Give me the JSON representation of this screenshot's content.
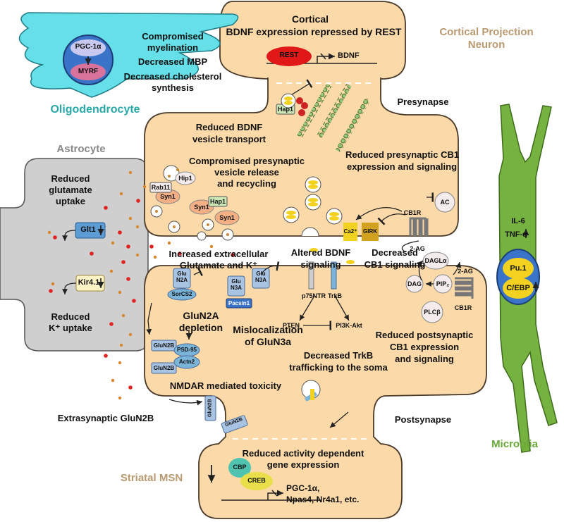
{
  "labels": {
    "cortical_title": "Cortical",
    "cortical_sub": "BDNF expression repressed by REST",
    "rest": "REST",
    "bdnf_gene": "BDNF",
    "cortical_projection_1": "Cortical Projection",
    "cortical_projection_2": "Neuron",
    "oligo": "Oligodendrocyte",
    "pgc1a": "PGC-1α",
    "myrf": "MYRF",
    "myelin_1": "Compromised",
    "myelin_2": "myelination",
    "mbp": "Decreased MBP",
    "chol_1": "Decreased cholesterol",
    "chol_2": "synthesis",
    "presynapse": "Presynapse",
    "hap1": "Hap1",
    "bdnf_transport_1": "Reduced BDNF",
    "bdnf_transport_2": "vesicle transport",
    "vesicle_release_1": "Compromised presynaptic",
    "vesicle_release_2": "vesicle release",
    "vesicle_release_3": "and recycling",
    "cb1_pre_1": "Reduced presynaptic CB1",
    "cb1_pre_2": "expression and signaling",
    "astrocyte": "Astrocyte",
    "glut_uptake_1": "Reduced",
    "glut_uptake_2": "glutamate",
    "glut_uptake_3": "uptake",
    "glt1": "Glt1",
    "kir41": "Kir4.1",
    "k_uptake_1": "Reduced",
    "k_uptake_2": "K⁺ uptake",
    "rab11": "Rab11",
    "hip1": "Hip1",
    "syn1": "Syn1",
    "ac": "AC",
    "cb1r": "CB1R",
    "ca2": "Ca2⁺",
    "girk": "GIRK",
    "two_ag": "2-AG",
    "dagla": "DAGLα",
    "dag": "DAG",
    "pip2": "PIP₂",
    "plcb": "PLCβ",
    "extracell_1": "Increased extracellular",
    "extracell_2": "Glutamate and K⁺",
    "altered_bdnf_1": "Altered BDNF",
    "altered_bdnf_2": "signaling",
    "decreased_cb1_1": "Decreased",
    "decreased_cb1_2": "CB1 signaling",
    "il6": "IL-6",
    "tnfa": "TNF-α",
    "pu1": "Pu.1",
    "cebp": "C/EBP",
    "glun2a": "Glu N2A",
    "glun3a": "Glu N3A",
    "sorcs2": "SorCS2",
    "pacsin1": "Pacsin1",
    "p75ntr": "p75NTR",
    "trkb": "TrkB",
    "pten": "PTEN",
    "pi3k": "PI3K-Akt",
    "glun2a_dep_1": "GluN2A",
    "glun2a_dep_2": "depletion",
    "misloc_1": "Mislocalization",
    "misloc_2": "of GluN3a",
    "trkb_traf_1": "Decreased TrkB",
    "trkb_traf_2": "trafficking to the soma",
    "cb1_post_1": "Reduced postsynaptic",
    "cb1_post_2": "CB1 expression",
    "cb1_post_3": "and signaling",
    "glun2b": "GluN2B",
    "psd95": "PSD-95",
    "actn2": "Actn2",
    "nmdar": "NMDAR mediated toxicity",
    "extrasyn": "Extrasynaptic GluN2B",
    "postsynapse": "Postsynapse",
    "microglia": "Microglia",
    "activity_1": "Reduced activity dependent",
    "activity_2": "gene expression",
    "cbp": "CBP",
    "creb": "CREB",
    "pgc_genes_1": "PGC-1α,",
    "pgc_genes_2": "Npas4, Nr4a1, etc.",
    "striatal": "Striatal MSN"
  },
  "colors": {
    "neuron_fill": "#fbd9a8",
    "neuron_stroke": "#4a3a2a",
    "oligo_fill": "#66e0e8",
    "oligo_label": "#2aa8a8",
    "astro_fill": "#cfcfcf",
    "microglia_fill": "#76b23f",
    "microglia_label": "#6aa83a",
    "tan_label": "#b99a72",
    "rest_red": "#e01818",
    "nucleus_blue": "#3a74c8",
    "vesicle_yellow": "#f2d21e",
    "dot_red": "#e02424",
    "dot_orange": "#d9862a"
  }
}
